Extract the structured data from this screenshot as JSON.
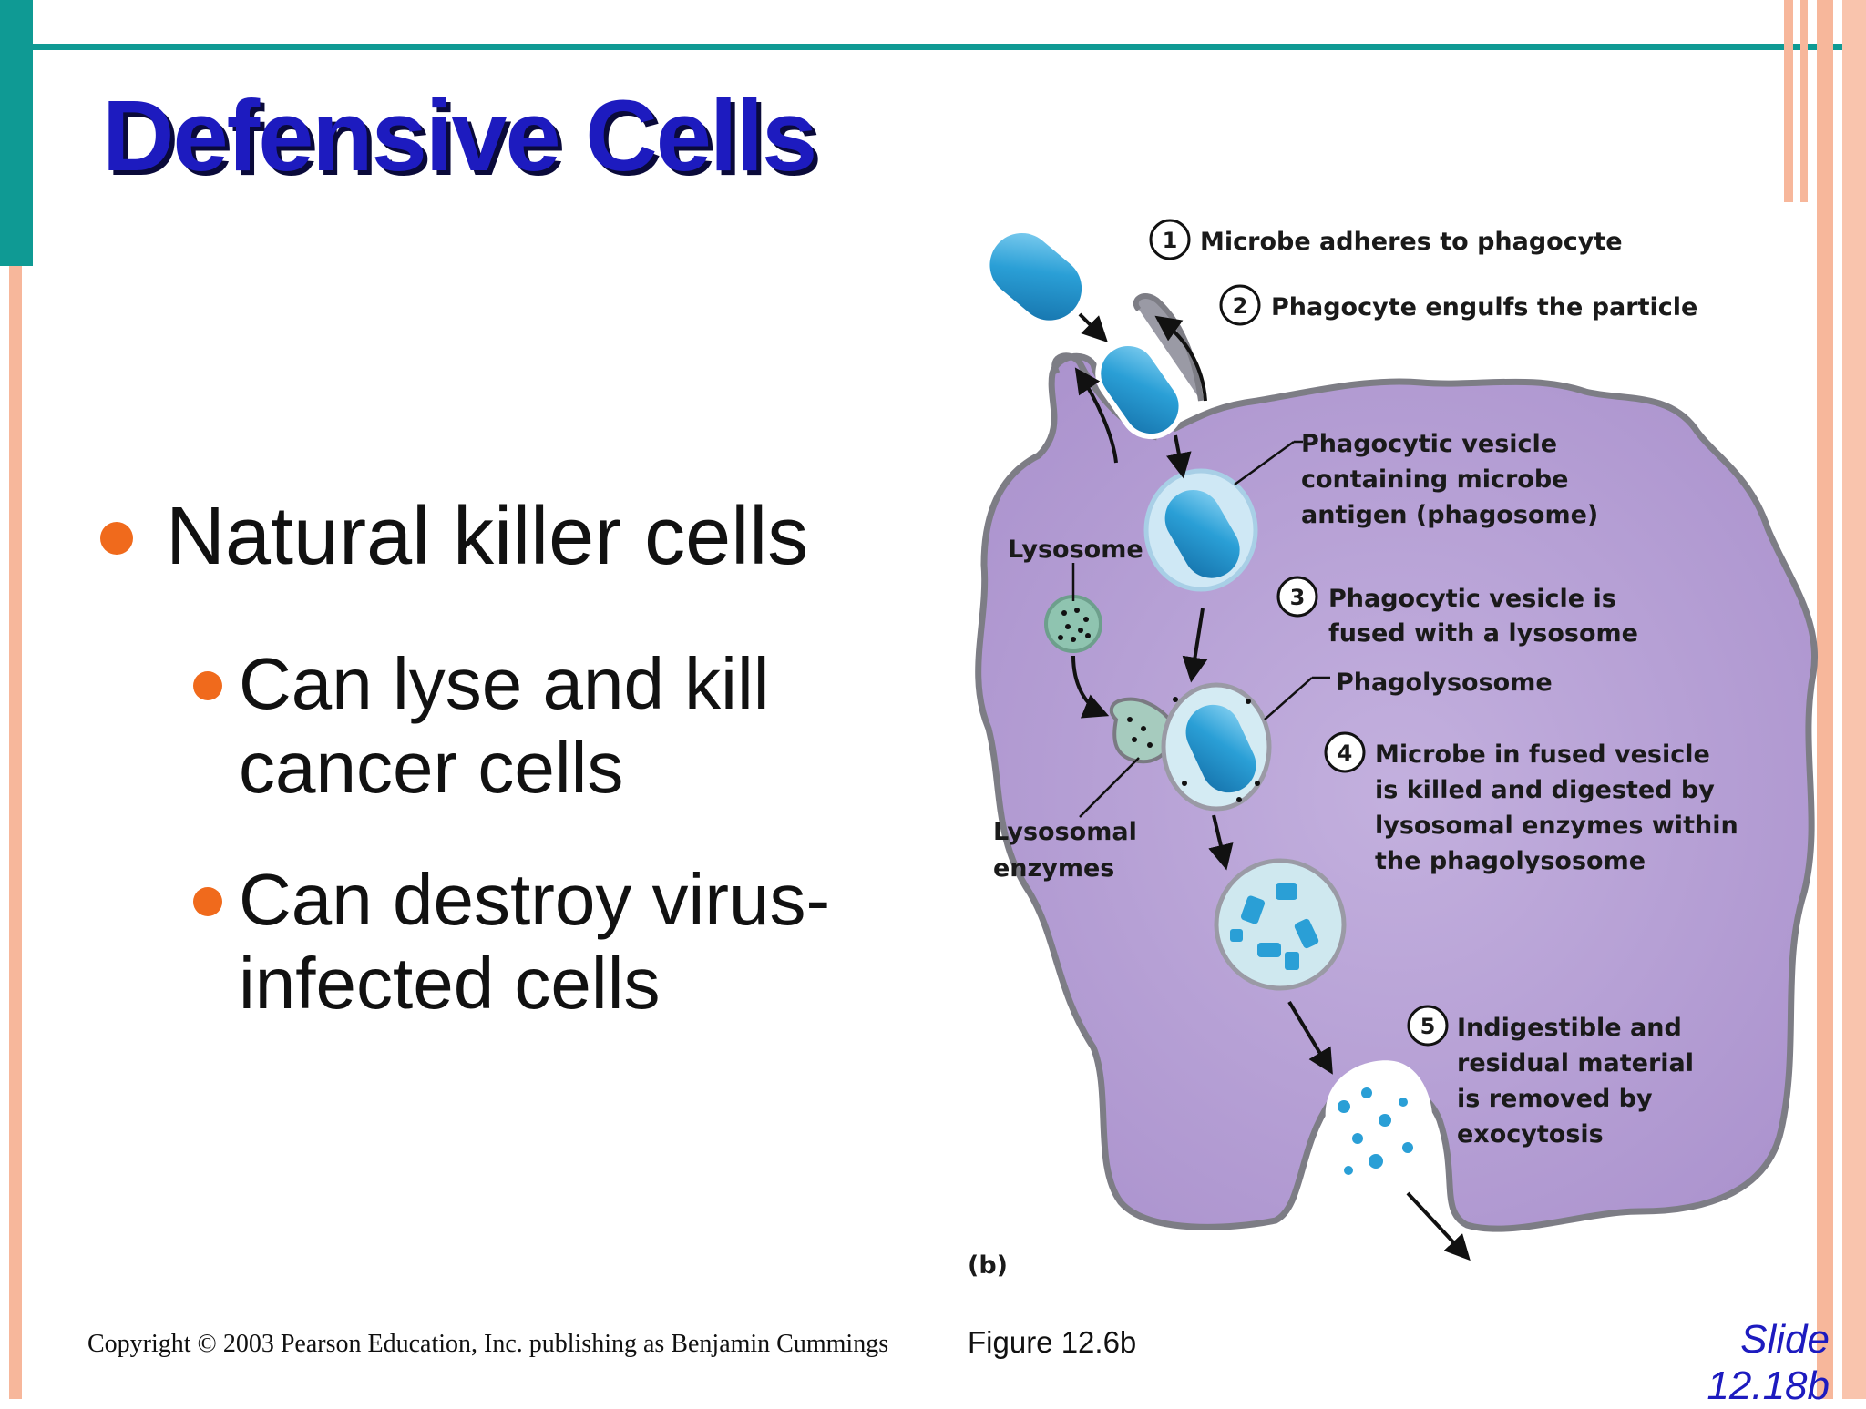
{
  "slide": {
    "title": "Defensive Cells",
    "bullets": [
      {
        "text": "Natural killer cells"
      },
      {
        "sub": [
          {
            "line1": "Can lyse and kill",
            "line2": "cancer cells"
          },
          {
            "line1": "Can destroy virus-",
            "line2": "infected cells"
          }
        ]
      }
    ],
    "copyright": "Copyright © 2003 Pearson Education, Inc. publishing as Benjamin Cummings",
    "figure_ref": "Figure 12.6b",
    "slide_label": "Slide",
    "slide_number": "12.18b",
    "colors": {
      "accent_teal": "#0f9a94",
      "title_blue": "#1d1bbf",
      "bullet_orange": "#f06a1c",
      "side_peach": "#f7b79b",
      "cell_purple": "#b9a2d6",
      "microbe_blue": "#2a9fd6"
    }
  },
  "figure": {
    "steps": [
      {
        "num": "1",
        "line1": "Microbe adheres to phagocyte"
      },
      {
        "num": "2",
        "line1": "Phagocyte engulfs the particle"
      },
      {
        "num": "3",
        "line1": "Phagocytic vesicle is",
        "line2": "fused with a lysosome"
      },
      {
        "num": "4",
        "line1": "Microbe in fused vesicle",
        "line2": "is killed and digested by",
        "line3": "lysosomal enzymes within",
        "line4": "the phagolysosome"
      },
      {
        "num": "5",
        "line1": "Indigestible and",
        "line2": "residual material",
        "line3": "is removed by",
        "line4": "exocytosis"
      }
    ],
    "labels": {
      "phagosome_1": "Phagocytic vesicle",
      "phagosome_2": "containing microbe",
      "phagosome_3": "antigen (phagosome)",
      "lysosome": "Lysosome",
      "phagolysosome": "Phagolysosome",
      "enzymes_1": "Lysosomal",
      "enzymes_2": "enzymes"
    },
    "panel": "(b)"
  }
}
